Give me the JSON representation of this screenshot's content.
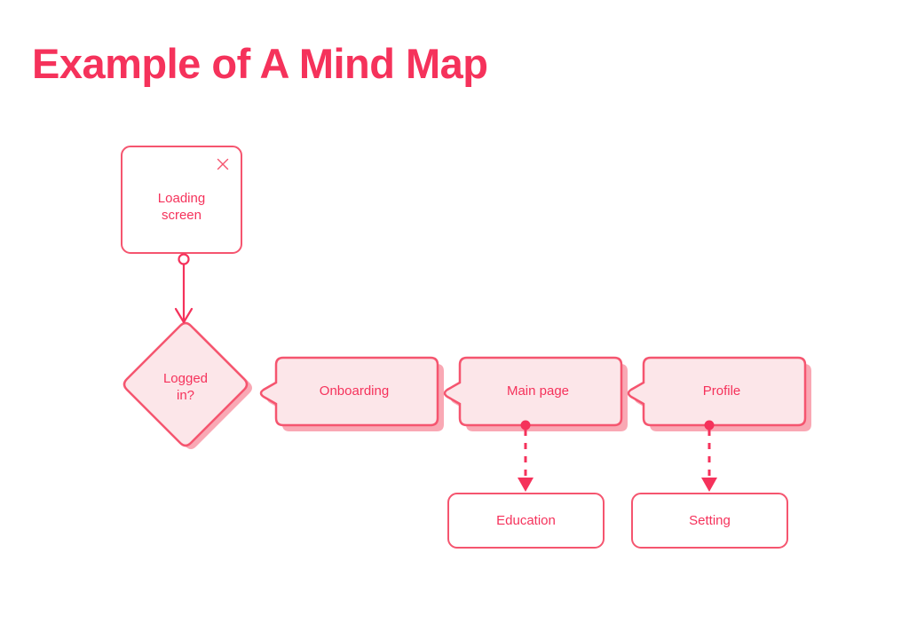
{
  "page": {
    "title": "Example of A Mind Map",
    "background_color": "#FFFFFF"
  },
  "theme": {
    "accent": "#F5325B",
    "border": "#F5556F",
    "node_fill_light": "#FCE6E9",
    "node_fill_white": "#FFFFFF",
    "shadow": "#F9A8B4"
  },
  "nodes": {
    "loading_screen": {
      "label": "Loading\nscreen",
      "shape": "rounded-rect",
      "fill": "#FFFFFF",
      "close_icon": "close-icon"
    },
    "logged_in": {
      "label": "Logged\nin?",
      "shape": "diamond",
      "fill": "#FCE6E9"
    },
    "onboarding": {
      "label": "Onboarding",
      "shape": "speech-bubble",
      "fill": "#FCE6E9"
    },
    "main_page": {
      "label": "Main page",
      "shape": "speech-bubble",
      "fill": "#FCE6E9"
    },
    "profile": {
      "label": "Profile",
      "shape": "speech-bubble",
      "fill": "#FCE6E9"
    },
    "education": {
      "label": "Education",
      "shape": "rounded-rect",
      "fill": "#FFFFFF"
    },
    "setting": {
      "label": "Setting",
      "shape": "rounded-rect",
      "fill": "#FFFFFF"
    }
  },
  "connectors": [
    {
      "name": "loading-screen-to-logged-in",
      "from": "loading_screen",
      "to": "logged_in",
      "style": "solid",
      "start_marker": "open-circle",
      "end_marker": "open-arrow"
    },
    {
      "name": "logged-in-to-onboarding",
      "from": "logged_in",
      "to": "onboarding",
      "style": "bubble-tail",
      "start_marker": "none",
      "end_marker": "none"
    },
    {
      "name": "onboarding-to-main-page",
      "from": "onboarding",
      "to": "main_page",
      "style": "bubble-tail",
      "start_marker": "none",
      "end_marker": "none"
    },
    {
      "name": "main-page-to-profile",
      "from": "main_page",
      "to": "profile",
      "style": "bubble-tail",
      "start_marker": "none",
      "end_marker": "none"
    },
    {
      "name": "main-page-to-education",
      "from": "main_page",
      "to": "education",
      "style": "dashed",
      "start_marker": "filled-circle",
      "end_marker": "filled-arrow"
    },
    {
      "name": "profile-to-setting",
      "from": "profile",
      "to": "setting",
      "style": "dashed",
      "start_marker": "filled-circle",
      "end_marker": "filled-arrow"
    }
  ]
}
